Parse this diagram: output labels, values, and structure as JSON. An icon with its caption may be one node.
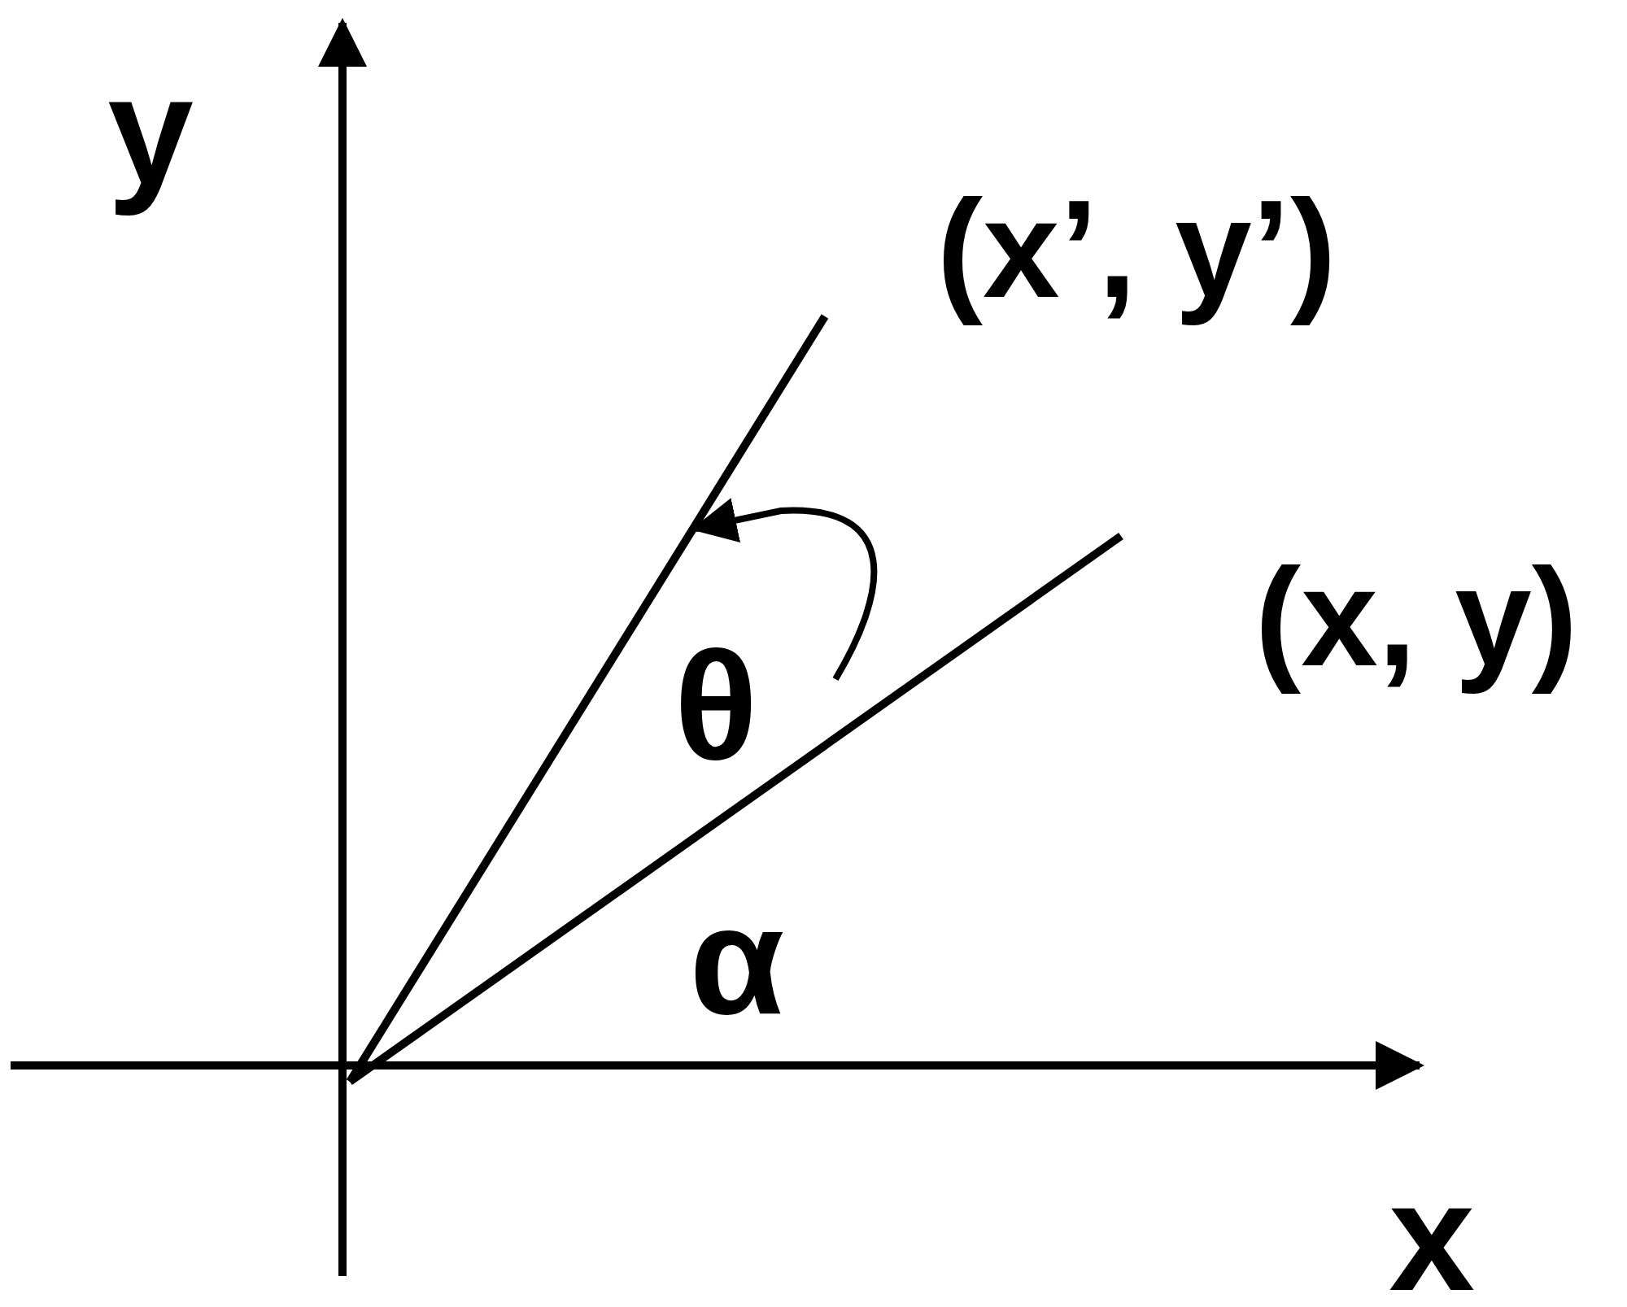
{
  "diagram": {
    "labels": [
      "y",
      "(x’, y’)",
      "(x, y)",
      "θ",
      "α",
      "x"
    ]
  }
}
